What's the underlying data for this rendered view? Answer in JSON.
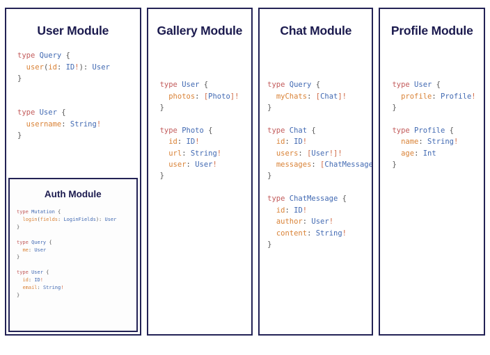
{
  "diagram": {
    "type": "graphql-schema-module-cards",
    "panels": [
      {
        "id": "user-module",
        "title": "User Module",
        "blocks": [
          {
            "lines": [
              [
                {
                  "c": "k",
                  "s": "type "
                },
                {
                  "c": "t",
                  "s": "Query"
                },
                {
                  "c": "p",
                  "s": " {"
                }
              ],
              [
                {
                  "c": "p",
                  "s": "  "
                },
                {
                  "c": "f",
                  "s": "user"
                },
                {
                  "c": "p",
                  "s": "("
                },
                {
                  "c": "f",
                  "s": "id"
                },
                {
                  "c": "p",
                  "s": ": "
                },
                {
                  "c": "t",
                  "s": "ID"
                },
                {
                  "c": "b",
                  "s": "!"
                },
                {
                  "c": "p",
                  "s": "): "
                },
                {
                  "c": "t",
                  "s": "User"
                }
              ],
              [
                {
                  "c": "p",
                  "s": "}"
                }
              ]
            ],
            "spacing": "large"
          },
          {
            "lines": [
              [
                {
                  "c": "k",
                  "s": "type "
                },
                {
                  "c": "t",
                  "s": "User"
                },
                {
                  "c": "p",
                  "s": " {"
                }
              ],
              [
                {
                  "c": "p",
                  "s": "  "
                },
                {
                  "c": "f",
                  "s": "username"
                },
                {
                  "c": "p",
                  "s": ": "
                },
                {
                  "c": "t",
                  "s": "String"
                },
                {
                  "c": "b",
                  "s": "!"
                }
              ],
              [
                {
                  "c": "p",
                  "s": "}"
                }
              ]
            ],
            "spacing": "normal"
          }
        ],
        "subcard": {
          "id": "auth-module",
          "title": "Auth Module",
          "blocks": [
            {
              "lines": [
                [
                  {
                    "c": "k",
                    "s": "type "
                  },
                  {
                    "c": "t",
                    "s": "Mutation"
                  },
                  {
                    "c": "p",
                    "s": " {"
                  }
                ],
                [
                  {
                    "c": "p",
                    "s": "  "
                  },
                  {
                    "c": "f",
                    "s": "login"
                  },
                  {
                    "c": "p",
                    "s": "("
                  },
                  {
                    "c": "f",
                    "s": "fields"
                  },
                  {
                    "c": "p",
                    "s": ": "
                  },
                  {
                    "c": "t",
                    "s": "LoginFields"
                  },
                  {
                    "c": "p",
                    "s": "): "
                  },
                  {
                    "c": "t",
                    "s": "User"
                  }
                ],
                [
                  {
                    "c": "p",
                    "s": "}"
                  }
                ]
              ],
              "spacing": "normal"
            },
            {
              "lines": [
                [
                  {
                    "c": "k",
                    "s": "type "
                  },
                  {
                    "c": "t",
                    "s": "Query"
                  },
                  {
                    "c": "p",
                    "s": " {"
                  }
                ],
                [
                  {
                    "c": "p",
                    "s": "  "
                  },
                  {
                    "c": "f",
                    "s": "me"
                  },
                  {
                    "c": "p",
                    "s": ": "
                  },
                  {
                    "c": "t",
                    "s": "User"
                  }
                ],
                [
                  {
                    "c": "p",
                    "s": "}"
                  }
                ]
              ],
              "spacing": "normal"
            },
            {
              "lines": [
                [
                  {
                    "c": "k",
                    "s": "type "
                  },
                  {
                    "c": "t",
                    "s": "User"
                  },
                  {
                    "c": "p",
                    "s": " {"
                  }
                ],
                [
                  {
                    "c": "p",
                    "s": "  "
                  },
                  {
                    "c": "f",
                    "s": "id"
                  },
                  {
                    "c": "p",
                    "s": ": "
                  },
                  {
                    "c": "t",
                    "s": "ID"
                  },
                  {
                    "c": "b",
                    "s": "!"
                  }
                ],
                [
                  {
                    "c": "p",
                    "s": "  "
                  },
                  {
                    "c": "f",
                    "s": "email"
                  },
                  {
                    "c": "p",
                    "s": ": "
                  },
                  {
                    "c": "t",
                    "s": "String"
                  },
                  {
                    "c": "b",
                    "s": "!"
                  }
                ],
                [
                  {
                    "c": "p",
                    "s": "}"
                  }
                ]
              ],
              "spacing": "normal"
            }
          ]
        }
      },
      {
        "id": "gallery-module",
        "title": "Gallery Module",
        "blocks": [
          {
            "lines": [
              [
                {
                  "c": "k",
                  "s": "type "
                },
                {
                  "c": "t",
                  "s": "User"
                },
                {
                  "c": "p",
                  "s": " {"
                }
              ],
              [
                {
                  "c": "p",
                  "s": "  "
                },
                {
                  "c": "f",
                  "s": "photos"
                },
                {
                  "c": "p",
                  "s": ": "
                },
                {
                  "c": "b",
                  "s": "["
                },
                {
                  "c": "t",
                  "s": "Photo"
                },
                {
                  "c": "b",
                  "s": "]!"
                }
              ],
              [
                {
                  "c": "p",
                  "s": "}"
                }
              ]
            ],
            "spacing": "normal"
          },
          {
            "lines": [
              [
                {
                  "c": "k",
                  "s": "type "
                },
                {
                  "c": "t",
                  "s": "Photo"
                },
                {
                  "c": "p",
                  "s": " {"
                }
              ],
              [
                {
                  "c": "p",
                  "s": "  "
                },
                {
                  "c": "f",
                  "s": "id"
                },
                {
                  "c": "p",
                  "s": ": "
                },
                {
                  "c": "t",
                  "s": "ID"
                },
                {
                  "c": "b",
                  "s": "!"
                }
              ],
              [
                {
                  "c": "p",
                  "s": "  "
                },
                {
                  "c": "f",
                  "s": "url"
                },
                {
                  "c": "p",
                  "s": ": "
                },
                {
                  "c": "t",
                  "s": "String"
                },
                {
                  "c": "b",
                  "s": "!"
                }
              ],
              [
                {
                  "c": "p",
                  "s": "  "
                },
                {
                  "c": "f",
                  "s": "user"
                },
                {
                  "c": "p",
                  "s": ": "
                },
                {
                  "c": "t",
                  "s": "User"
                },
                {
                  "c": "b",
                  "s": "!"
                }
              ],
              [
                {
                  "c": "p",
                  "s": "}"
                }
              ]
            ],
            "spacing": "normal"
          }
        ],
        "subcard": null
      },
      {
        "id": "chat-module",
        "title": "Chat Module",
        "blocks": [
          {
            "lines": [
              [
                {
                  "c": "k",
                  "s": "type "
                },
                {
                  "c": "t",
                  "s": "Query"
                },
                {
                  "c": "p",
                  "s": " {"
                }
              ],
              [
                {
                  "c": "p",
                  "s": "  "
                },
                {
                  "c": "f",
                  "s": "myChats"
                },
                {
                  "c": "p",
                  "s": ": "
                },
                {
                  "c": "b",
                  "s": "["
                },
                {
                  "c": "t",
                  "s": "Chat"
                },
                {
                  "c": "b",
                  "s": "]!"
                }
              ],
              [
                {
                  "c": "p",
                  "s": "}"
                }
              ]
            ],
            "spacing": "normal"
          },
          {
            "lines": [
              [
                {
                  "c": "k",
                  "s": "type "
                },
                {
                  "c": "t",
                  "s": "Chat"
                },
                {
                  "c": "p",
                  "s": " {"
                }
              ],
              [
                {
                  "c": "p",
                  "s": "  "
                },
                {
                  "c": "f",
                  "s": "id"
                },
                {
                  "c": "p",
                  "s": ": "
                },
                {
                  "c": "t",
                  "s": "ID"
                },
                {
                  "c": "b",
                  "s": "!"
                }
              ],
              [
                {
                  "c": "p",
                  "s": "  "
                },
                {
                  "c": "f",
                  "s": "users"
                },
                {
                  "c": "p",
                  "s": ": "
                },
                {
                  "c": "b",
                  "s": "["
                },
                {
                  "c": "t",
                  "s": "User"
                },
                {
                  "c": "b",
                  "s": "!]!"
                }
              ],
              [
                {
                  "c": "p",
                  "s": "  "
                },
                {
                  "c": "f",
                  "s": "messages"
                },
                {
                  "c": "p",
                  "s": ": "
                },
                {
                  "c": "b",
                  "s": "["
                },
                {
                  "c": "t",
                  "s": "ChatMessage"
                },
                {
                  "c": "b",
                  "s": "]!"
                }
              ],
              [
                {
                  "c": "p",
                  "s": "}"
                }
              ]
            ],
            "spacing": "normal"
          },
          {
            "lines": [
              [
                {
                  "c": "k",
                  "s": "type "
                },
                {
                  "c": "t",
                  "s": "ChatMessage"
                },
                {
                  "c": "p",
                  "s": " {"
                }
              ],
              [
                {
                  "c": "p",
                  "s": "  "
                },
                {
                  "c": "f",
                  "s": "id"
                },
                {
                  "c": "p",
                  "s": ": "
                },
                {
                  "c": "t",
                  "s": "ID"
                },
                {
                  "c": "b",
                  "s": "!"
                }
              ],
              [
                {
                  "c": "p",
                  "s": "  "
                },
                {
                  "c": "f",
                  "s": "author"
                },
                {
                  "c": "p",
                  "s": ": "
                },
                {
                  "c": "t",
                  "s": "User"
                },
                {
                  "c": "b",
                  "s": "!"
                }
              ],
              [
                {
                  "c": "p",
                  "s": "  "
                },
                {
                  "c": "f",
                  "s": "content"
                },
                {
                  "c": "p",
                  "s": ": "
                },
                {
                  "c": "t",
                  "s": "String"
                },
                {
                  "c": "b",
                  "s": "!"
                }
              ],
              [
                {
                  "c": "p",
                  "s": "}"
                }
              ]
            ],
            "spacing": "normal"
          }
        ],
        "subcard": null
      },
      {
        "id": "profile-module",
        "title": "Profile Module",
        "blocks": [
          {
            "lines": [
              [
                {
                  "c": "k",
                  "s": "type "
                },
                {
                  "c": "t",
                  "s": "User"
                },
                {
                  "c": "p",
                  "s": " {"
                }
              ],
              [
                {
                  "c": "p",
                  "s": "  "
                },
                {
                  "c": "f",
                  "s": "profile"
                },
                {
                  "c": "p",
                  "s": ": "
                },
                {
                  "c": "t",
                  "s": "Profile"
                },
                {
                  "c": "b",
                  "s": "!"
                }
              ],
              [
                {
                  "c": "p",
                  "s": "}"
                }
              ]
            ],
            "spacing": "normal"
          },
          {
            "lines": [
              [
                {
                  "c": "k",
                  "s": "type "
                },
                {
                  "c": "t",
                  "s": "Profile"
                },
                {
                  "c": "p",
                  "s": " {"
                }
              ],
              [
                {
                  "c": "p",
                  "s": "  "
                },
                {
                  "c": "f",
                  "s": "name"
                },
                {
                  "c": "p",
                  "s": ": "
                },
                {
                  "c": "t",
                  "s": "String"
                },
                {
                  "c": "b",
                  "s": "!"
                }
              ],
              [
                {
                  "c": "p",
                  "s": "  "
                },
                {
                  "c": "f",
                  "s": "age"
                },
                {
                  "c": "p",
                  "s": ": "
                },
                {
                  "c": "t",
                  "s": "Int"
                }
              ],
              [
                {
                  "c": "p",
                  "s": "}"
                }
              ]
            ],
            "spacing": "normal"
          }
        ],
        "subcard": null
      }
    ]
  },
  "colors": {
    "border": "#232255",
    "title": "#1b1a4e",
    "keyword": "#c25b5b",
    "type_name": "#4169b2",
    "field_name": "#d98236",
    "punctuation": "#555555",
    "bracket_bang": "#cf6a46",
    "background": "#ffffff"
  }
}
